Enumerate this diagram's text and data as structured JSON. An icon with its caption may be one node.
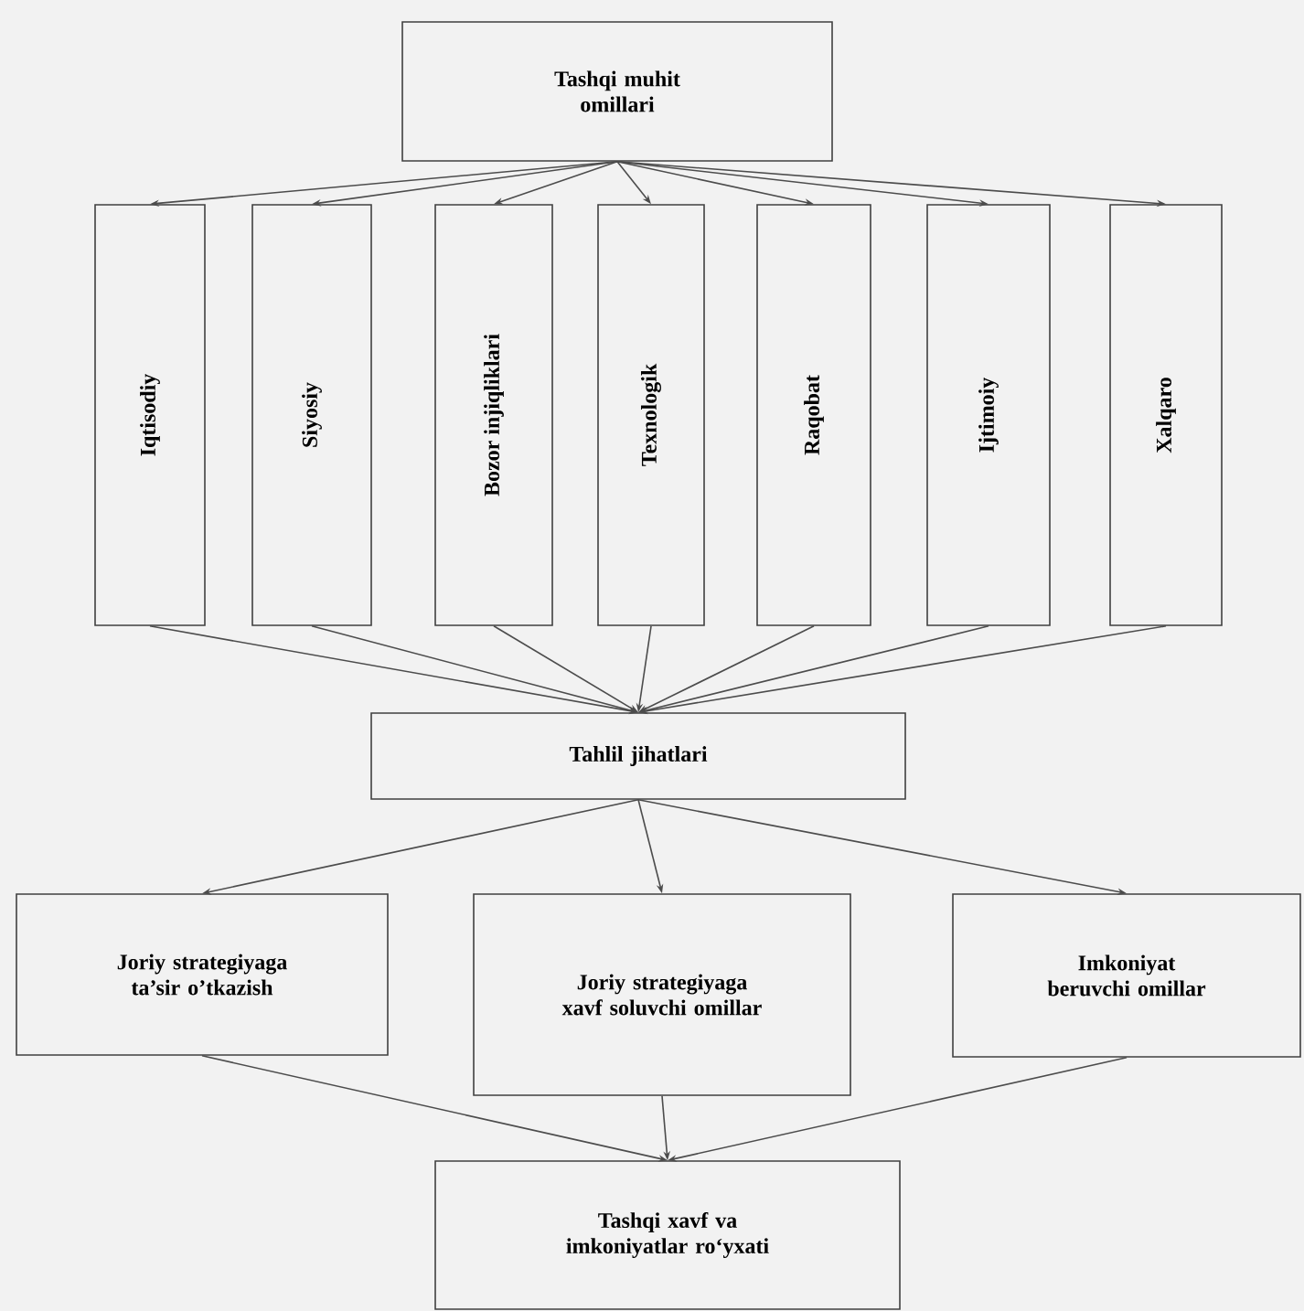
{
  "diagram": {
    "nodes": [
      {
        "text": [
          "Tashqi muhit omillari"
        ]
      },
      {
        "text": [
          "Iqtisodiy"
        ]
      },
      {
        "text": [
          "Siyosiy"
        ]
      },
      {
        "text": [
          "Bozor injiqliklari"
        ]
      },
      {
        "text": [
          "Texnologik"
        ]
      },
      {
        "text": [
          "Raqobat"
        ]
      },
      {
        "text": [
          "Ijtimoiy"
        ]
      },
      {
        "text": [
          "Xalqaro"
        ]
      },
      {
        "text": [
          "Tahlil jihatlari"
        ]
      },
      {
        "text": [
          "Joriy strategiyaga ta’sir o’tkazish"
        ]
      },
      {
        "text": [
          "Joriy strategiyaga xavf soluvchi omillar"
        ]
      },
      {
        "text": [
          "Imkoniyat beruvchi omillar"
        ]
      },
      {
        "text": [
          "Tashqi xavf va imkoniyatlar ro‘yxati"
        ]
      }
    ],
    "edges": [
      {
        "from": 0,
        "to": 1,
        "arrow": "to"
      },
      {
        "from": 0,
        "to": 2,
        "arrow": "to"
      },
      {
        "from": 0,
        "to": 3,
        "arrow": "to"
      },
      {
        "from": 0,
        "to": 4,
        "arrow": "to"
      },
      {
        "from": 0,
        "to": 5,
        "arrow": "to"
      },
      {
        "from": 0,
        "to": 6,
        "arrow": "to"
      },
      {
        "from": 0,
        "to": 7,
        "arrow": "to"
      },
      {
        "from": 1,
        "to": 8,
        "arrow": "to"
      },
      {
        "from": 2,
        "to": 8,
        "arrow": "to"
      },
      {
        "from": 3,
        "to": 8,
        "arrow": "to"
      },
      {
        "from": 4,
        "to": 8,
        "arrow": "to"
      },
      {
        "from": 5,
        "to": 8,
        "arrow": "to"
      },
      {
        "from": 6,
        "to": 8,
        "arrow": "to"
      },
      {
        "from": 7,
        "to": 8,
        "arrow": "to"
      },
      {
        "from": 8,
        "to": 9,
        "arrow": "to"
      },
      {
        "from": 8,
        "to": 10,
        "arrow": "to"
      },
      {
        "from": 8,
        "to": 11,
        "arrow": "to"
      },
      {
        "from": 9,
        "to": 12,
        "arrow": "to"
      },
      {
        "from": 10,
        "to": 12,
        "arrow": "to"
      },
      {
        "from": 11,
        "to": 12,
        "arrow": "to"
      }
    ]
  }
}
